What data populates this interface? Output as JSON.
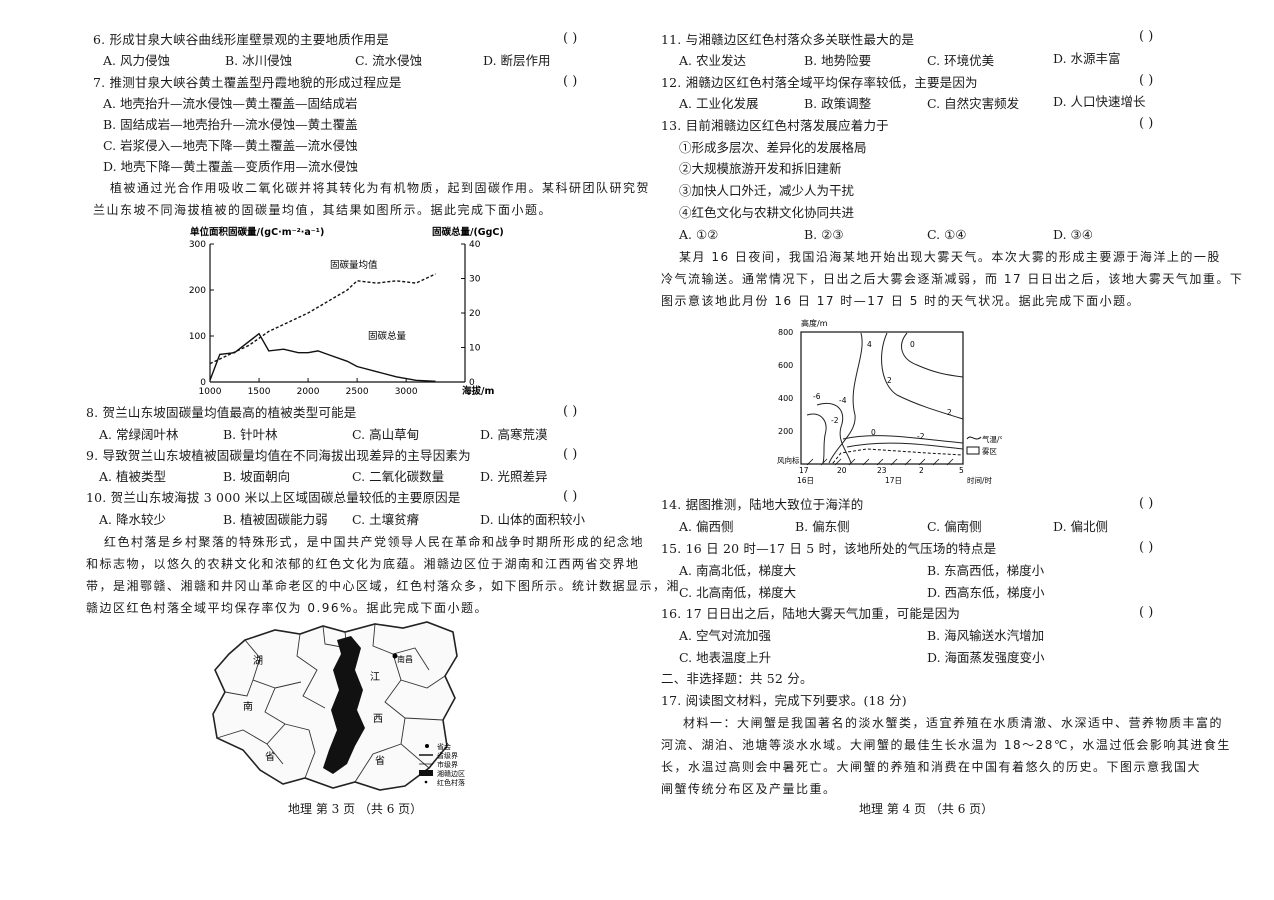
{
  "left": {
    "q6": {
      "stem": "6. 形成甘泉大峡谷曲线形崖壁景观的主要地质作用是",
      "paren": "(      )",
      "options": [
        "A. 风力侵蚀",
        "B. 冰川侵蚀",
        "C. 流水侵蚀",
        "D. 断层作用"
      ]
    },
    "q7": {
      "stem": "7. 推测甘泉大峡谷黄土覆盖型丹霞地貌的形成过程应是",
      "paren": "(      )",
      "options": [
        "A. 地壳抬升—流水侵蚀—黄土覆盖—固结成岩",
        "B. 固结成岩—地壳抬升—流水侵蚀—黄土覆盖",
        "C. 岩浆侵入—地壳下降—黄土覆盖—流水侵蚀",
        "D. 地壳下降—黄土覆盖—变质作用—流水侵蚀"
      ]
    },
    "material2": [
      "植被通过光合作用吸收二氧化碳并将其转化为有机物质，起到固碳作用。某科研团队研究贺",
      "兰山东坡不同海拔植被的固碳量均值，其结果如图所示。据此完成下面小题。"
    ],
    "q8": {
      "stem": "8. 贺兰山东坡固碳量均值最高的植被类型可能是",
      "paren": "(      )",
      "options": [
        "A. 常绿阔叶林",
        "B. 针叶林",
        "C. 高山草甸",
        "D. 高寒荒漠"
      ]
    },
    "q9": {
      "stem": "9. 导致贺兰山东坡植被固碳量均值在不同海拔出现差异的主导因素为",
      "paren": "(      )",
      "options": [
        "A. 植被类型",
        "B. 坡面朝向",
        "C. 二氧化碳数量",
        "D. 光照差异"
      ]
    },
    "q10": {
      "stem": "10. 贺兰山东坡海拔 3 000 米以上区域固碳总量较低的主要原因是",
      "paren": "(      )",
      "options": [
        "A. 降水较少",
        "B. 植被固碳能力弱",
        "C. 土壤贫瘠",
        "D. 山体的面积较小"
      ]
    },
    "material3": [
      "红色村落是乡村聚落的特殊形式，是中国共产党领导人民在革命和战争时期所形成的纪念地",
      "和标志物，以悠久的农耕文化和浓郁的红色文化为底蕴。湘赣边区位于湖南和江西两省交界地",
      "带，是湘鄂赣、湘赣和井冈山革命老区的中心区域，红色村落众多，如下图所示。统计数据显示，湘",
      "赣边区红色村落全域平均保存率仅为 0.96%。据此完成下面小题。"
    ],
    "footer": "地理   第 3 页   （共 6 页）"
  },
  "chart_data": {
    "type": "line",
    "y_left_label": "单位面积固碳量/(gC·m⁻²·a⁻¹)",
    "y_right_label": "固碳总量/(GgC)",
    "xlabel": "海拔/m",
    "x_ticks": [
      1000,
      1500,
      2000,
      2500,
      3000
    ],
    "y_left_ticks": [
      0,
      100,
      200,
      300
    ],
    "y_right_ticks": [
      0,
      10,
      20,
      30,
      40
    ],
    "xlim": [
      1000,
      3600
    ],
    "y_left_lim": [
      0,
      300
    ],
    "y_right_lim": [
      0,
      40
    ],
    "series": [
      {
        "name": "固碳量均值",
        "axis": "left",
        "style": "dashed",
        "x": [
          1000,
          1200,
          1400,
          1600,
          1800,
          2000,
          2200,
          2400,
          2500,
          2700,
          2900,
          3100,
          3300
        ],
        "y": [
          40,
          60,
          80,
          110,
          130,
          150,
          175,
          200,
          220,
          215,
          220,
          215,
          235
        ]
      },
      {
        "name": "固碳总量",
        "axis": "right",
        "style": "solid",
        "x": [
          1000,
          1100,
          1250,
          1500,
          1600,
          1750,
          1900,
          2000,
          2100,
          2200,
          2400,
          2500,
          2700,
          2900,
          3100,
          3300
        ],
        "y": [
          0.5,
          8,
          8.5,
          14,
          9,
          9.5,
          8.5,
          8.5,
          9,
          8,
          6,
          4.5,
          3,
          1.5,
          0.5,
          0.2
        ]
      }
    ]
  },
  "map": {
    "province_labels": [
      "湖",
      "南",
      "省",
      "江",
      "西",
      "省"
    ],
    "city_label": "南昌",
    "legend": [
      "省会",
      "省级界",
      "市级界",
      "湘赣边区",
      "红色村落"
    ]
  },
  "right": {
    "q11": {
      "stem": "11. 与湘赣边区红色村落众多关联性最大的是",
      "paren": "(      )",
      "options": [
        "A. 农业发达",
        "B. 地势险要",
        "C. 环境优美",
        "D. 水源丰富"
      ]
    },
    "q12": {
      "stem": "12. 湘赣边区红色村落全域平均保存率较低，主要是因为",
      "paren": "(      )",
      "options": [
        "A. 工业化发展",
        "B. 政策调整",
        "C. 自然灾害频发",
        "D. 人口快速增长"
      ]
    },
    "q13": {
      "stem": "13. 目前湘赣边区红色村落发展应着力于",
      "paren": "(      )",
      "items": [
        "①形成多层次、差异化的发展格局",
        "②大规模旅游开发和拆旧建新",
        "③加快人口外迁，减少人为干扰",
        "④红色文化与农耕文化协同共进"
      ],
      "options": [
        "A. ①②",
        "B. ②③",
        "C. ①④",
        "D. ③④"
      ]
    },
    "material4": [
      "某月 16 日夜间，我国沿海某地开始出现大雾天气。本次大雾的形成主要源于海洋上的一股",
      "冷气流输送。通常情况下，日出之后大雾会逐渐减弱，而 17 日日出之后，该地大雾天气加重。下",
      "图示意该地此月份 16 日 17 时—17 日 5 时的天气状况。据此完成下面小题。"
    ],
    "fog_chart": {
      "ylabel": "高度/m",
      "y_ticks": [
        "800",
        "600",
        "400",
        "200"
      ],
      "wind_label": "风向标",
      "x_ticks": [
        "17",
        "20",
        "23",
        "2",
        "5"
      ],
      "x_day_labels": [
        "16日",
        "17日"
      ],
      "xlabel": "时间/时",
      "contour_labels": [
        "4",
        "0",
        "2",
        "-6",
        "-4",
        "-2",
        "0",
        "2",
        "-2"
      ],
      "legend": [
        "气温/℃",
        "雾区"
      ]
    },
    "q14": {
      "stem": "14. 据图推测，陆地大致位于海洋的",
      "paren": "(      )",
      "options": [
        "A. 偏西侧",
        "B. 偏东侧",
        "C. 偏南侧",
        "D. 偏北侧"
      ]
    },
    "q15": {
      "stem": "15. 16 日 20 时—17 日 5 时，该地所处的气压场的特点是",
      "paren": "(      )",
      "options": [
        "A. 南高北低，梯度大",
        "B. 东高西低，梯度小",
        "C. 北高南低，梯度大",
        "D. 西高东低，梯度小"
      ]
    },
    "q16": {
      "stem": "16. 17 日日出之后，陆地大雾天气加重，可能是因为",
      "paren": "(      )",
      "options": [
        "A. 空气对流加强",
        "B. 海风输送水汽增加",
        "C. 地表温度上升",
        "D. 海面蒸发强度变小"
      ]
    },
    "section2": "二、非选择题：共 52 分。",
    "q17": "17. 阅读图文材料，完成下列要求。(18 分)",
    "material5": [
      "材料一：大闸蟹是我国著名的淡水蟹类，适宜养殖在水质清澈、水深适中、营养物质丰富的",
      "河流、湖泊、池塘等淡水水域。大闸蟹的最佳生长水温为 18～28℃，水温过低会影响其进食生",
      "长，水温过高则会中暑死亡。大闸蟹的养殖和消费在中国有着悠久的历史。下图示意我国大",
      "闸蟹传统分布区及产量比重。"
    ],
    "footer": "地理   第 4 页   （共 6 页）"
  }
}
